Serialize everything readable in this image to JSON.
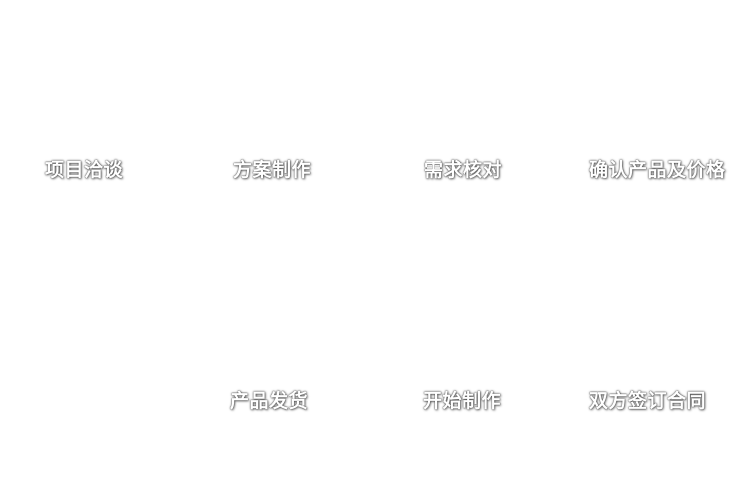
{
  "page": {
    "background_color": "#ffffff",
    "label_color": "#ffffff"
  },
  "flow": {
    "description": "business cooperation process flow, S-shaped: top row left-to-right, then bottom row right-to-left",
    "steps": [
      {
        "id": "project-negotiation",
        "label": "项目洽谈"
      },
      {
        "id": "proposal-creation",
        "label": "方案制作"
      },
      {
        "id": "requirement-check",
        "label": "需求核对"
      },
      {
        "id": "confirm-product-price",
        "label": "确认产品及价格"
      },
      {
        "id": "sign-contract",
        "label": "双方签订合同"
      },
      {
        "id": "start-production",
        "label": "开始制作"
      },
      {
        "id": "product-shipping",
        "label": "产品发货"
      }
    ]
  }
}
